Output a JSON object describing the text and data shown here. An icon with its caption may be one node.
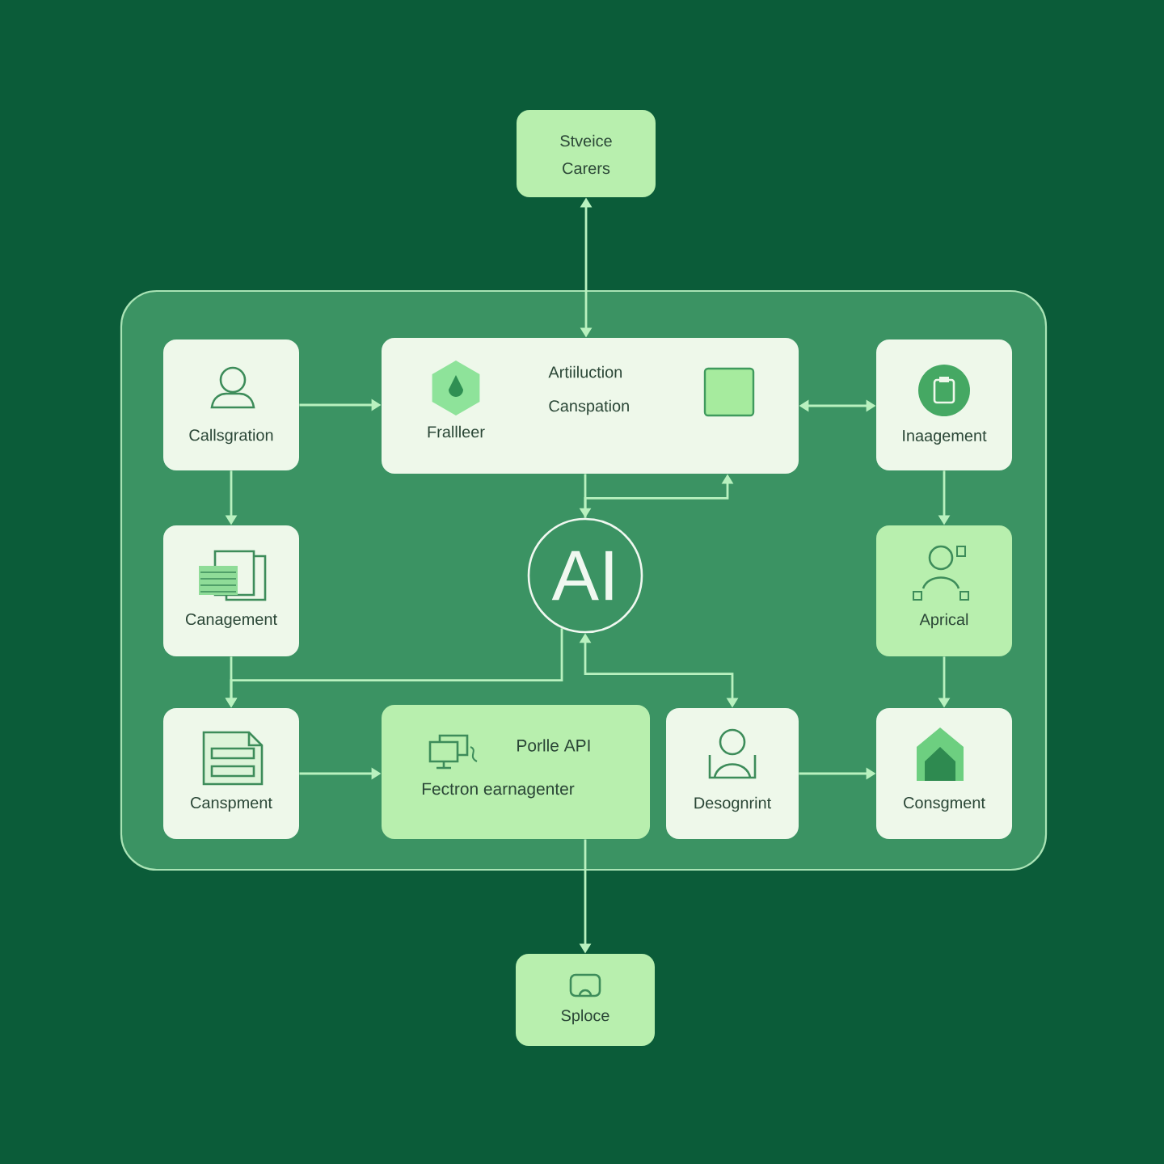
{
  "diagram": {
    "nodes": [
      {
        "text": [
          "Stveice Carers"
        ]
      },
      {
        "text": [],
        "shape": "box"
      },
      {
        "text": [
          "Callsgration"
        ],
        "in": 1
      },
      {
        "text": [
          "Frallleer",
          "Artiiluction Canspation"
        ],
        "in": 1
      },
      {
        "text": [
          "Inaagement"
        ],
        "in": 1
      },
      {
        "text": [
          "Canagement"
        ],
        "in": 1
      },
      {
        "text": [
          "AI"
        ],
        "in": 1
      },
      {
        "text": [
          "Aprical"
        ],
        "in": 1
      },
      {
        "text": [
          "Canspment"
        ],
        "in": 1
      },
      {
        "text": [
          "Porlle API",
          "Fectron earnagenter"
        ],
        "in": 1
      },
      {
        "text": [
          "Desognrint"
        ],
        "in": 1
      },
      {
        "text": [
          "Consgment"
        ],
        "in": 1
      },
      {
        "text": [
          "Sploce"
        ]
      }
    ],
    "edges": [
      {
        "from": 0,
        "to": 3,
        "arrow": "both"
      },
      {
        "from": 2,
        "to": 3,
        "arrow": "to"
      },
      {
        "from": 3,
        "to": 4,
        "arrow": "both"
      },
      {
        "from": 2,
        "to": 5,
        "arrow": "to"
      },
      {
        "from": 4,
        "to": 7,
        "arrow": "to"
      },
      {
        "from": 3,
        "to": 6,
        "arrow": "to"
      },
      {
        "from": 6,
        "to": 3,
        "arrow": "to"
      },
      {
        "from": 5,
        "to": 8,
        "arrow": "to"
      },
      {
        "from": 6,
        "to": 8,
        "arrow": "to"
      },
      {
        "from": 6,
        "to": 10,
        "arrow": "both"
      },
      {
        "from": 8,
        "to": 9,
        "arrow": "to"
      },
      {
        "from": 10,
        "to": 11,
        "arrow": "to"
      },
      {
        "from": 7,
        "to": 11,
        "arrow": "to"
      },
      {
        "from": 9,
        "to": 12,
        "arrow": "to"
      }
    ]
  }
}
